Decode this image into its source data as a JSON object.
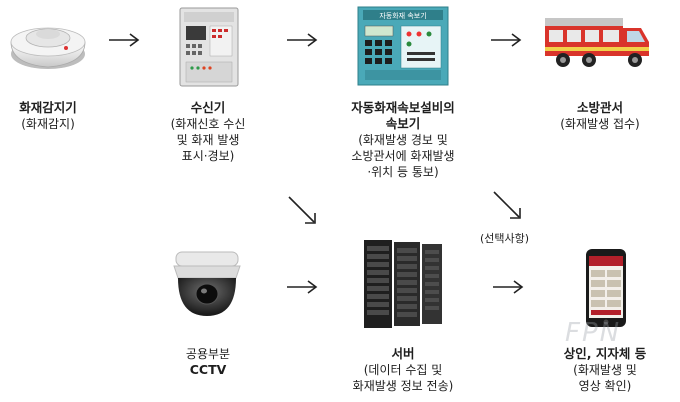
{
  "nodes": {
    "detector": {
      "title": "화재감지기",
      "sub": [
        "(화재감지)"
      ]
    },
    "receiver": {
      "title": "수신기",
      "sub": [
        "(화재신호 수신",
        "및 화재 발생",
        "표시·경보)"
      ]
    },
    "auto_report": {
      "title": [
        "자동화재속보설비의",
        "속보기"
      ],
      "sub": [
        "(화재발생 경보 및",
        "소방관서에 화재발생",
        "·위치 등 통보)"
      ],
      "panel_text": "자동화재 속보기"
    },
    "fire_station": {
      "title": "소방관서",
      "sub": [
        "(화재발생 접수)"
      ]
    },
    "cctv": {
      "title": "공용부분",
      "title2": "CCTV"
    },
    "server": {
      "title": "서버",
      "sub": [
        "(데이터 수집 및",
        "화재발생 정보 전송)"
      ]
    },
    "merchants": {
      "title": "상인, 지자체 등",
      "sub": [
        "(화재발생 및",
        "영상 확인)"
      ]
    }
  },
  "optional_note": "(선택사항)",
  "watermark": "FPN",
  "colors": {
    "arrow": "#222222",
    "truck_red": "#d9342b",
    "panel_teal": "#4aa9b8"
  },
  "icons": [
    "smoke-detector-icon",
    "fire-receiver-panel-icon",
    "auto-alarm-panel-icon",
    "fire-truck-icon",
    "cctv-dome-icon",
    "server-rack-icon",
    "smartphone-icon"
  ]
}
